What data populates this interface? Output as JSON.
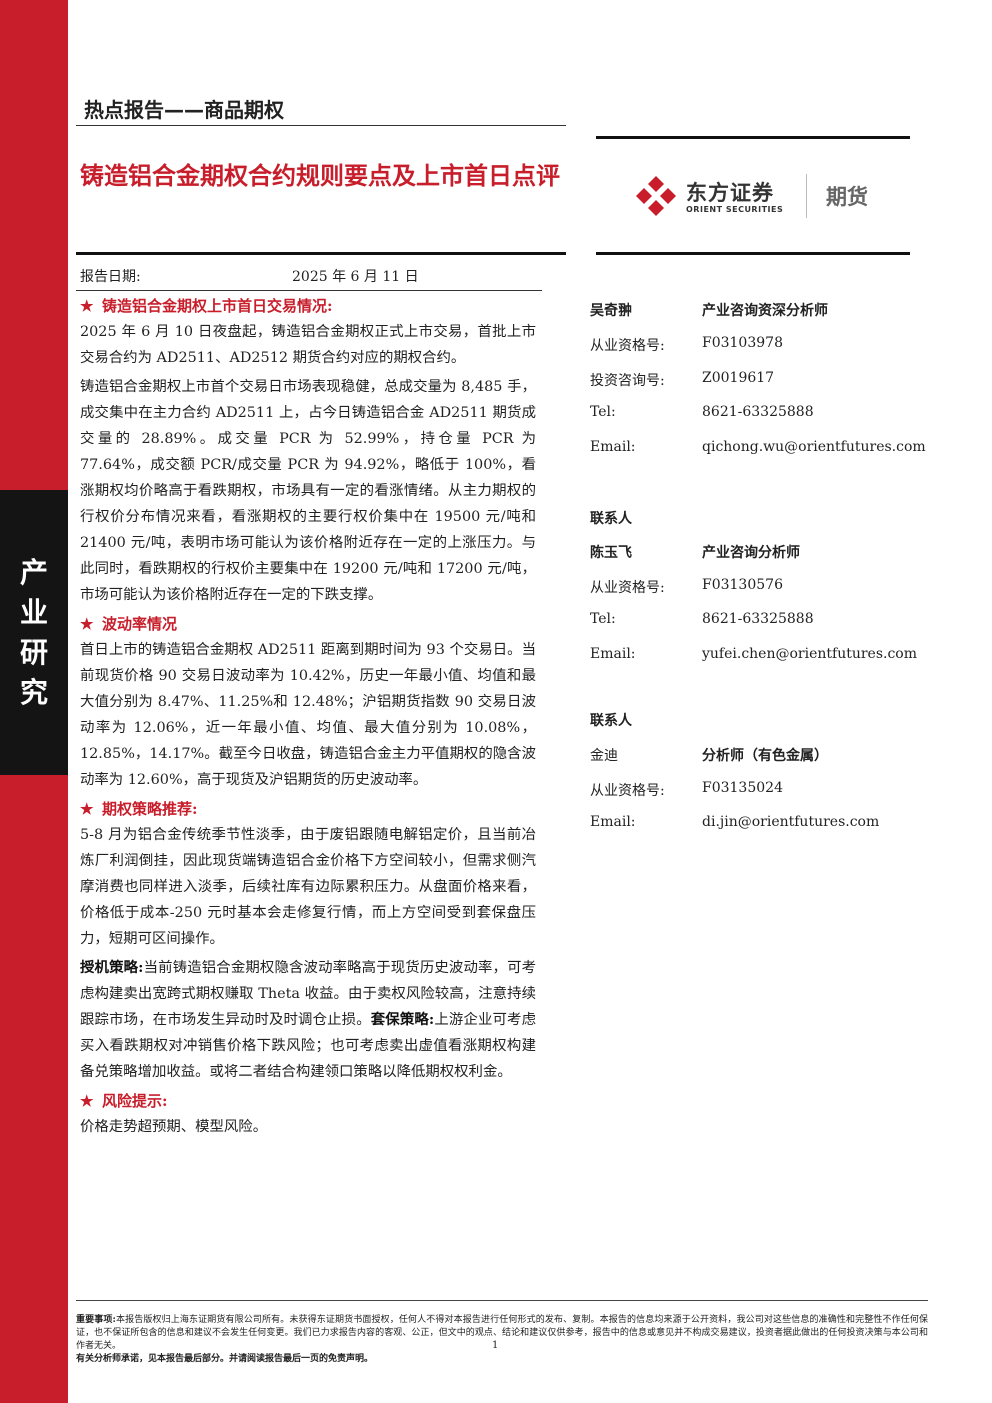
{
  "sidebar": {
    "label_chars": [
      "产",
      "业",
      "研",
      "究"
    ]
  },
  "header": {
    "series": "热点报告——商品期权",
    "title": "铸造铝合金期权合约规则要点及上市首日点评",
    "report_date_label": "报告日期:",
    "report_date_value": "2025 年 6 月 11 日"
  },
  "logo": {
    "cn": "东方证券",
    "en": "ORIENT SECURITIES",
    "sub": "期货",
    "brand_color": "#c81e2b"
  },
  "sections": [
    {
      "heading": "铸造铝合金期权上市首日交易情况:",
      "paragraphs": [
        "2025 年 6 月 10 日夜盘起，铸造铝合金期权正式上市交易，首批上市交易合约为 AD2511、AD2512 期货合约对应的期权合约。",
        "铸造铝合金期权上市首个交易日市场表现稳健，总成交量为 8,485 手，成交集中在主力合约 AD2511 上，占今日铸造铝合金 AD2511 期货成交量的 28.89%。成交量 PCR 为 52.99%，持仓量 PCR 为 77.64%，成交额 PCR/成交量 PCR 为 94.92%，略低于 100%，看涨期权均价略高于看跌期权，市场具有一定的看涨情绪。从主力期权的行权价分布情况来看，看涨期权的主要行权价集中在 19500 元/吨和 21400 元/吨，表明市场可能认为该价格附近存在一定的上涨压力。与此同时，看跌期权的行权价主要集中在 19200 元/吨和 17200 元/吨，市场可能认为该价格附近存在一定的下跌支撑。"
      ]
    },
    {
      "heading": "波动率情况",
      "paragraphs": [
        "首日上市的铸造铝合金期权 AD2511 距离到期时间为 93 个交易日。当前现货价格 90 交易日波动率为 10.42%，历史一年最小值、均值和最大值分别为 8.47%、11.25%和 12.48%；沪铝期货指数 90 交易日波动率为 12.06%，近一年最小值、均值、最大值分别为 10.08%，12.85%，14.17%。截至今日收盘，铸造铝合金主力平值期权的隐含波动率为 12.60%，高于现货及沪铝期货的历史波动率。"
      ]
    },
    {
      "heading": "期权策略推荐:",
      "paragraphs": [
        "5-8 月为铝合金传统季节性淡季，由于废铝跟随电解铝定价，且当前冶炼厂利润倒挂，因此现货端铸造铝合金价格下方空间较小，但需求侧汽摩消费也同样进入淡季，后续社库有边际累积压力。从盘面价格来看，价格低于成本-250 元时基本会走修复行情，而上方空间受到套保盘压力，短期可区间操作。"
      ],
      "strategy": {
        "label1": "授机策略:",
        "text1": "当前铸造铝合金期权隐含波动率略高于现货历史波动率，可考虑构建卖出宽跨式期权赚取 Theta 收益。由于卖权风险较高，注意持续跟踪市场，在市场发生异动时及时调仓止损。",
        "label2": "套保策略:",
        "text2": "上游企业可考虑买入看跌期权对冲销售价格下跌风险；也可考虑卖出虚值看涨期权构建备兑策略增加收益。或将二者结合构建领口策略以降低期权权利金。"
      }
    },
    {
      "heading": "风险提示:",
      "paragraphs": [
        "价格走势超预期、模型风险。"
      ]
    }
  ],
  "contacts": [
    {
      "rows": [
        {
          "k": "吴奇翀",
          "v": "产业咨询资深分析师",
          "bold": true
        },
        {
          "k": "从业资格号:",
          "v": "F03103978"
        },
        {
          "k": "投资咨询号:",
          "v": "Z0019617"
        },
        {
          "k": "Tel:",
          "v": "8621-63325888"
        },
        {
          "k": "Email:",
          "v": "qichong.wu@orientfutures.com"
        }
      ]
    },
    {
      "heading": "联系人",
      "rows": [
        {
          "k": "陈玉飞",
          "v": "产业咨询分析师",
          "bold": true
        },
        {
          "k": "从业资格号:",
          "v": "F03130576"
        },
        {
          "k": "Tel:",
          "v": "8621-63325888"
        },
        {
          "k": "Email:",
          "v": "yufei.chen@orientfutures.com"
        }
      ]
    },
    {
      "heading": "联系人",
      "rows": [
        {
          "k": "金迪",
          "v": "分析师（有色金属）",
          "bold_v": true
        },
        {
          "k": "从业资格号:",
          "v": "F03135024"
        },
        {
          "k": "Email:",
          "v": "di.jin@orientfutures.com"
        }
      ]
    }
  ],
  "footer": {
    "label": "重要事项:",
    "text": "本报告版权归上海东证期货有限公司所有。未获得东证期货书面授权，任何人不得对本报告进行任何形式的发布、复制。本报告的信息均来源于公开资料，我公司对这些信息的准确性和完整性不作任何保证，也不保证所包含的信息和建议不会发生任何变更。我们已力求报告内容的客观、公正，但文中的观点、结论和建议仅供参考，报告中的信息或意见并不构成交易建议，投资者据此做出的任何投资决策与本公司和作者无关。",
    "bold_line": "有关分析师承诺，见本报告最后部分。并请阅读报告最后一页的免责声明。",
    "page_number": "1"
  }
}
